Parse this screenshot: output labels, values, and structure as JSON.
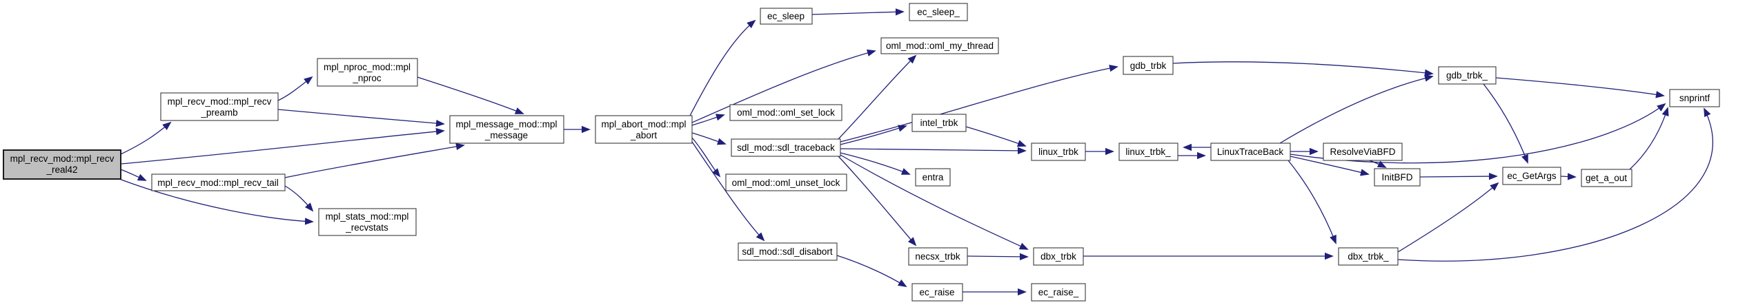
{
  "graph": {
    "kind": "call-graph",
    "direction": "left-to-right",
    "root": "mpl_recv_mod::mpl_recv_real42"
  },
  "colors": {
    "edge": "#20207a",
    "node_border": "#383838",
    "node_fill": "#ffffff",
    "highlight_fill": "#bfbfbf",
    "text": "#000000",
    "background": "#ffffff"
  },
  "nodes": {
    "real42": {
      "label": "mpl_recv_mod::mpl_recv_real42",
      "lines": [
        "mpl_recv_mod::mpl_recv",
        "_real42"
      ],
      "highlighted": true
    },
    "preamb": {
      "label": "mpl_recv_mod::mpl_recv_preamb",
      "lines": [
        "mpl_recv_mod::mpl_recv",
        "_preamb"
      ],
      "highlighted": false
    },
    "recv_tail": {
      "label": "mpl_recv_mod::mpl_recv_tail",
      "lines": [
        "mpl_recv_mod::mpl_recv_tail"
      ],
      "highlighted": false
    },
    "nproc": {
      "label": "mpl_nproc_mod::mpl_nproc",
      "lines": [
        "mpl_nproc_mod::mpl",
        "_nproc"
      ],
      "highlighted": false
    },
    "recvstats": {
      "label": "mpl_stats_mod::mpl_recvstats",
      "lines": [
        "mpl_stats_mod::mpl",
        "_recvstats"
      ],
      "highlighted": false
    },
    "message": {
      "label": "mpl_message_mod::mpl_message",
      "lines": [
        "mpl_message_mod::mpl",
        "_message"
      ],
      "highlighted": false
    },
    "abort": {
      "label": "mpl_abort_mod::mpl_abort",
      "lines": [
        "mpl_abort_mod::mpl",
        "_abort"
      ],
      "highlighted": false
    },
    "ec_sleep": {
      "label": "ec_sleep",
      "lines": [
        "ec_sleep"
      ],
      "highlighted": false
    },
    "ec_sleep_": {
      "label": "ec_sleep_",
      "lines": [
        "ec_sleep_"
      ],
      "highlighted": false
    },
    "oml_my_thread": {
      "label": "oml_mod::oml_my_thread",
      "lines": [
        "oml_mod::oml_my_thread"
      ],
      "highlighted": false
    },
    "oml_set_lock": {
      "label": "oml_mod::oml_set_lock",
      "lines": [
        "oml_mod::oml_set_lock"
      ],
      "highlighted": false
    },
    "sdl_traceback": {
      "label": "sdl_mod::sdl_traceback",
      "lines": [
        "sdl_mod::sdl_traceback"
      ],
      "highlighted": false
    },
    "oml_unset_lock": {
      "label": "oml_mod::oml_unset_lock",
      "lines": [
        "oml_mod::oml_unset_lock"
      ],
      "highlighted": false
    },
    "sdl_disabort": {
      "label": "sdl_mod::sdl_disabort",
      "lines": [
        "sdl_mod::sdl_disabort"
      ],
      "highlighted": false
    },
    "intel_trbk": {
      "label": "intel_trbk",
      "lines": [
        "intel_trbk"
      ],
      "highlighted": false
    },
    "entra": {
      "label": "entra",
      "lines": [
        "entra"
      ],
      "highlighted": false
    },
    "necsx_trbk": {
      "label": "necsx_trbk",
      "lines": [
        "necsx_trbk"
      ],
      "highlighted": false
    },
    "ec_raise": {
      "label": "ec_raise",
      "lines": [
        "ec_raise"
      ],
      "highlighted": false
    },
    "gdb_trbk": {
      "label": "gdb_trbk",
      "lines": [
        "gdb_trbk"
      ],
      "highlighted": false
    },
    "linux_trbk": {
      "label": "linux_trbk",
      "lines": [
        "linux_trbk"
      ],
      "highlighted": false
    },
    "dbx_trbk": {
      "label": "dbx_trbk",
      "lines": [
        "dbx_trbk"
      ],
      "highlighted": false
    },
    "ec_raise_": {
      "label": "ec_raise_",
      "lines": [
        "ec_raise_"
      ],
      "highlighted": false
    },
    "linux_trbk_": {
      "label": "linux_trbk_",
      "lines": [
        "linux_trbk_"
      ],
      "highlighted": false
    },
    "LinuxTraceBack": {
      "label": "LinuxTraceBack",
      "lines": [
        "LinuxTraceBack"
      ],
      "highlighted": false
    },
    "ResolveViaBFD": {
      "label": "ResolveViaBFD",
      "lines": [
        "ResolveViaBFD"
      ],
      "highlighted": false
    },
    "InitBFD": {
      "label": "InitBFD",
      "lines": [
        "InitBFD"
      ],
      "highlighted": false
    },
    "dbx_trbk_": {
      "label": "dbx_trbk_",
      "lines": [
        "dbx_trbk_"
      ],
      "highlighted": false
    },
    "gdb_trbk_": {
      "label": "gdb_trbk_",
      "lines": [
        "gdb_trbk_"
      ],
      "highlighted": false
    },
    "ec_GetArgs": {
      "label": "ec_GetArgs",
      "lines": [
        "ec_GetArgs"
      ],
      "highlighted": false
    },
    "get_a_out": {
      "label": "get_a_out",
      "lines": [
        "get_a_out"
      ],
      "highlighted": false
    },
    "snprintf": {
      "label": "snprintf",
      "lines": [
        "snprintf"
      ],
      "highlighted": false
    }
  },
  "edges": [
    {
      "from": "real42",
      "to": "preamb"
    },
    {
      "from": "real42",
      "to": "recv_tail"
    },
    {
      "from": "real42",
      "to": "message"
    },
    {
      "from": "real42",
      "to": "recvstats"
    },
    {
      "from": "preamb",
      "to": "nproc"
    },
    {
      "from": "preamb",
      "to": "message"
    },
    {
      "from": "nproc",
      "to": "message"
    },
    {
      "from": "recv_tail",
      "to": "message"
    },
    {
      "from": "recv_tail",
      "to": "recvstats"
    },
    {
      "from": "message",
      "to": "abort"
    },
    {
      "from": "abort",
      "to": "ec_sleep"
    },
    {
      "from": "abort",
      "to": "oml_my_thread"
    },
    {
      "from": "abort",
      "to": "oml_set_lock"
    },
    {
      "from": "abort",
      "to": "sdl_traceback"
    },
    {
      "from": "abort",
      "to": "oml_unset_lock"
    },
    {
      "from": "abort",
      "to": "sdl_disabort"
    },
    {
      "from": "ec_sleep",
      "to": "ec_sleep_"
    },
    {
      "from": "sdl_traceback",
      "to": "oml_my_thread"
    },
    {
      "from": "sdl_traceback",
      "to": "gdb_trbk"
    },
    {
      "from": "sdl_traceback",
      "to": "intel_trbk"
    },
    {
      "from": "sdl_traceback",
      "to": "linux_trbk"
    },
    {
      "from": "sdl_traceback",
      "to": "entra"
    },
    {
      "from": "sdl_traceback",
      "to": "necsx_trbk"
    },
    {
      "from": "sdl_traceback",
      "to": "dbx_trbk"
    },
    {
      "from": "sdl_disabort",
      "to": "ec_raise"
    },
    {
      "from": "intel_trbk",
      "to": "linux_trbk"
    },
    {
      "from": "necsx_trbk",
      "to": "dbx_trbk"
    },
    {
      "from": "ec_raise",
      "to": "ec_raise_"
    },
    {
      "from": "linux_trbk",
      "to": "linux_trbk_"
    },
    {
      "from": "linux_trbk_",
      "to": "LinuxTraceBack"
    },
    {
      "from": "LinuxTraceBack",
      "to": "linux_trbk_"
    },
    {
      "from": "LinuxTraceBack",
      "to": "ResolveViaBFD"
    },
    {
      "from": "LinuxTraceBack",
      "to": "gdb_trbk_"
    },
    {
      "from": "LinuxTraceBack",
      "to": "dbx_trbk_"
    },
    {
      "from": "LinuxTraceBack",
      "to": "InitBFD"
    },
    {
      "from": "LinuxTraceBack",
      "to": "snprintf"
    },
    {
      "from": "ResolveViaBFD",
      "to": "InitBFD"
    },
    {
      "from": "gdb_trbk",
      "to": "gdb_trbk_"
    },
    {
      "from": "gdb_trbk_",
      "to": "ec_GetArgs"
    },
    {
      "from": "gdb_trbk_",
      "to": "snprintf"
    },
    {
      "from": "InitBFD",
      "to": "ec_GetArgs"
    },
    {
      "from": "ec_GetArgs",
      "to": "get_a_out"
    },
    {
      "from": "get_a_out",
      "to": "snprintf"
    },
    {
      "from": "dbx_trbk_",
      "to": "ec_GetArgs"
    },
    {
      "from": "dbx_trbk_",
      "to": "snprintf"
    },
    {
      "from": "dbx_trbk",
      "to": "dbx_trbk_"
    }
  ]
}
